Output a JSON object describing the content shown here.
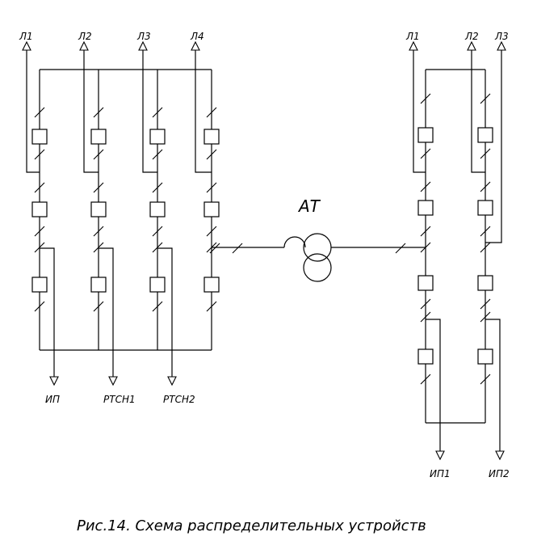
{
  "left_lines": [
    "Л1",
    "Л2",
    "Л3",
    "Л4"
  ],
  "left_outputs": [
    "ИП",
    "РТСН1",
    "РТСН2"
  ],
  "transformer_label": "АТ",
  "right_lines": [
    "Л1",
    "Л2",
    "Л3"
  ],
  "right_outputs": [
    "ИП1",
    "ИП2"
  ],
  "caption": "Рис.14. Схема распределительных устройств"
}
